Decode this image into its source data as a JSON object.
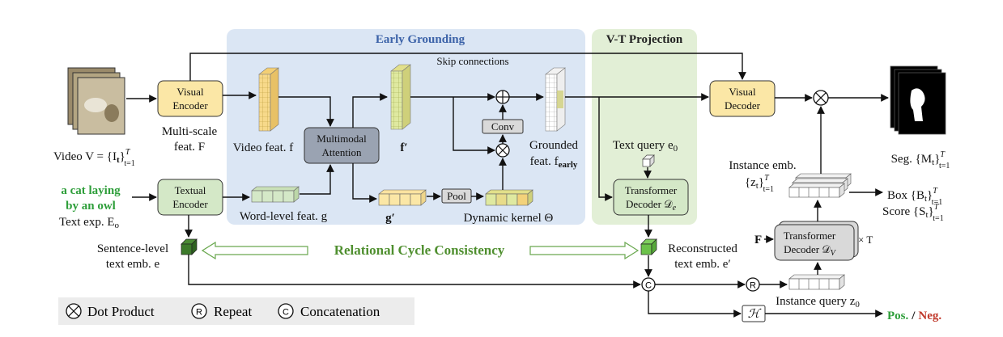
{
  "regions": {
    "early_grounding": "Early Grounding",
    "vt_projection": "V-T Projection"
  },
  "colors": {
    "early_grounding_bg": "#dbe6f4",
    "vt_projection_bg": "#e2efd6",
    "encoder_fill": "#fbe7a6",
    "text_encoder_fill": "#d4e8c7",
    "decoder_gray": "#d9d9d9",
    "attention_fill": "#9aa3b2",
    "cycle_text": "#4f8f2f",
    "pos": "#2e9e3a",
    "neg": "#c0392b"
  },
  "video_label": "Video V = {I",
  "video_label_sub": "t",
  "video_label_end": "}",
  "video_label_range": "T",
  "video_label_range_sub": "t=1",
  "visual_encoder": {
    "line1": "Visual",
    "line2": "Encoder"
  },
  "multiscale": {
    "line1": "Multi-scale",
    "line2": "feat. F"
  },
  "video_feat": "Video feat. f",
  "multimodal": {
    "line1": "Multimodal",
    "line2": "Attention"
  },
  "f_prime": "f′",
  "skip": "Skip connections",
  "conv": "Conv",
  "grounded": {
    "line1": "Grounded",
    "line2": "feat. f",
    "sub": "early"
  },
  "text_exp": {
    "line1": "a cat laying",
    "line2": "by an owl",
    "line3": "Text exp. E",
    "sub": "o"
  },
  "textual_encoder": {
    "line1": "Textual",
    "line2": "Encoder"
  },
  "word_feat": "Word-level feat. g",
  "g_prime": "g′",
  "pool": "Pool",
  "dyn_kernel": "Dynamic kernel Θ",
  "text_query": "Text query e",
  "text_query_sub": "0",
  "transformer_e": {
    "line1": "Transformer",
    "line2": "Decoder 𝒟",
    "sub": "e"
  },
  "sentence": {
    "line1": "Sentence-level",
    "line2": "text emb. e"
  },
  "cycle": "Relational Cycle Consistency",
  "reconstructed": {
    "line1": "Reconstructed",
    "line2": "text emb. e′"
  },
  "visual_decoder": {
    "line1": "Visual",
    "line2": "Decoder"
  },
  "seg": "Seg. {M",
  "seg_sub": "t",
  "seg_end": "}",
  "instance_emb": {
    "line1": "Instance emb.",
    "line2": "{z",
    "sub": "t"
  },
  "box": "Box {B",
  "score": "Score {S",
  "transformer_v": {
    "line1": "Transformer",
    "line2": "Decoder 𝒟",
    "sub": "V",
    "suffix": "× T"
  },
  "F_label": "F",
  "instance_query": "Instance query z",
  "instance_query_sub": "0",
  "h_label": "ℋ",
  "pos": "Pos.",
  "slash": "/",
  "neg": "Neg.",
  "c_symbol": "C",
  "r_symbol": "R",
  "range_T": "T",
  "range_sub": "t=1",
  "legend": {
    "dot": "Dot Product",
    "repeat": "Repeat",
    "concat": "Concatenation"
  }
}
